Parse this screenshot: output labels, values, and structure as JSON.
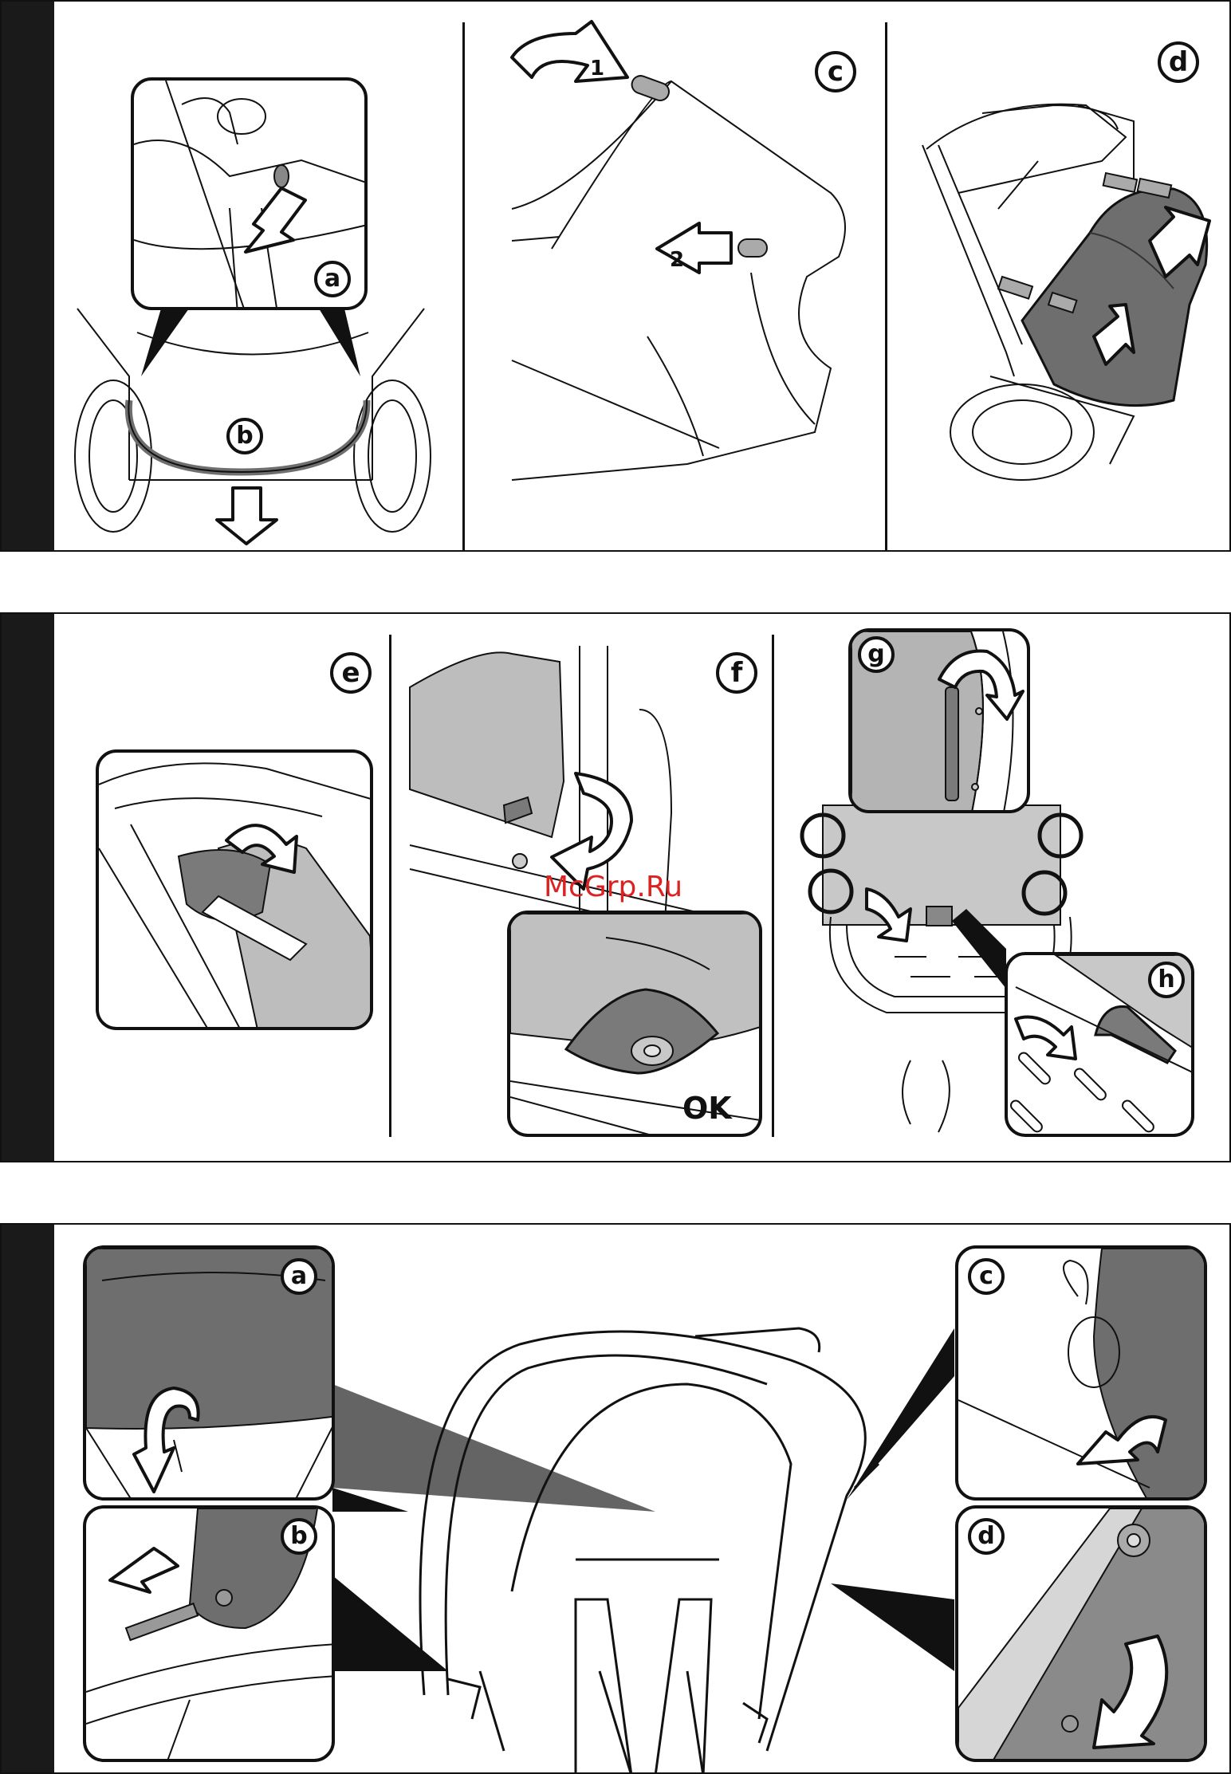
{
  "top_section": {
    "labels": {
      "a": "a",
      "b": "b",
      "c": "c",
      "d": "d",
      "arrow1": "1",
      "arrow2": "2"
    }
  },
  "middle_section": {
    "labels": {
      "e": "e",
      "f": "f",
      "g": "g",
      "h": "h",
      "ok": "OK"
    },
    "watermark": "McGrp.Ru"
  },
  "bottom_section": {
    "labels": {
      "a": "a",
      "b": "b",
      "c": "c",
      "d": "d"
    }
  },
  "colors": {
    "outline": "#111111",
    "dark_fill": "#6e6e6e",
    "mid_fill": "#b4b4b4",
    "light_fill": "#d6d6d6",
    "watermark": "#dd2222"
  }
}
